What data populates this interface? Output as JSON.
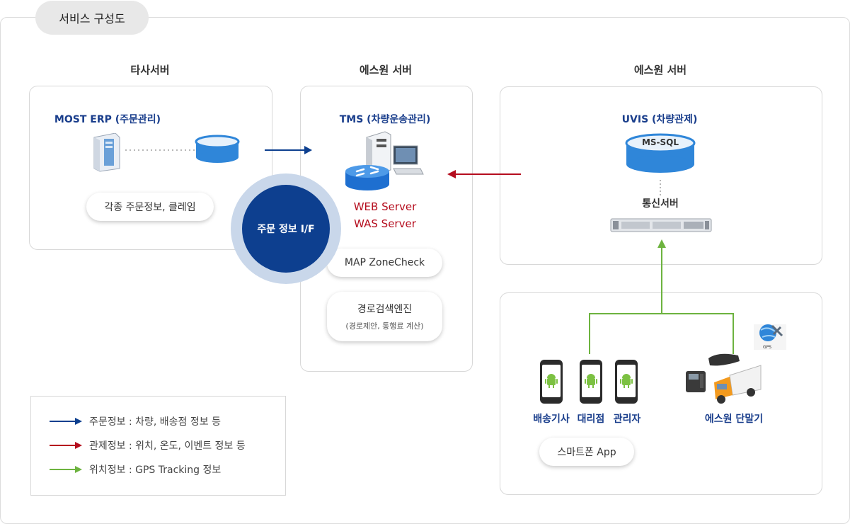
{
  "tab": {
    "label": "서비스 구성도"
  },
  "columns": {
    "left": {
      "title": "타사서버",
      "system": "MOST ERP (주문관리)",
      "pill": "각종 주문정보, 클레임"
    },
    "middle": {
      "title": "에스원 서버",
      "system": "TMS (차량운송관리)",
      "web_server": "WEB Server",
      "was_server": "WAS Server",
      "map_pill": "MAP ZoneCheck",
      "route_pill_title": "경로검색엔진",
      "route_pill_sub": "(경로제안, 통행료 계산)"
    },
    "right": {
      "title": "에스원 서버",
      "system": "UVIS (차량관제)",
      "db_label": "MS-SQL",
      "comm_server": "통신서버"
    }
  },
  "center_circle": {
    "label": "주문 정보 I/F"
  },
  "devices": {
    "roles": [
      "배송기사",
      "대리점",
      "관리자"
    ],
    "smartphone_pill": "스마트폰 App",
    "terminal_label": "에스원 단말기",
    "gps_label": "GPS"
  },
  "legend": {
    "items": [
      {
        "text": "주문정보 : 차량, 배송점 정보 등",
        "color": "#0d3f8f"
      },
      {
        "text": "관제정보 : 위치, 온도, 이벤트 정보 등",
        "color": "#b50d1e"
      },
      {
        "text": "위치정보 : GPS Tracking 정보",
        "color": "#6db33f"
      }
    ]
  },
  "colors": {
    "navy": "#0d3f8f",
    "red": "#b50d1e",
    "green": "#6db33f",
    "title_blue": "#1a3e8c"
  }
}
